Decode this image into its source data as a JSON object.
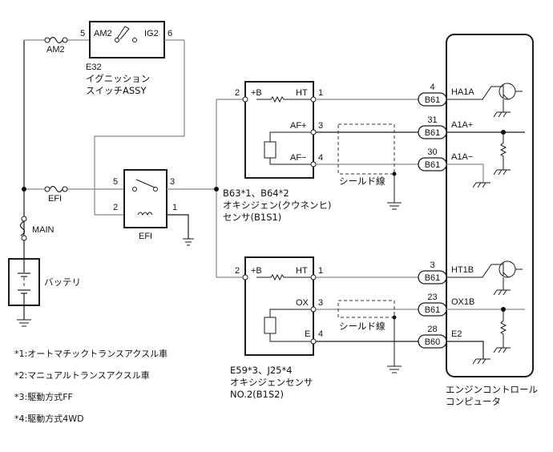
{
  "diagram": {
    "components": {
      "ignition_switch": {
        "id": "E32",
        "name_line1": "イグニッション",
        "name_line2": "スイッチASSY",
        "pin_left": "5",
        "pin_right": "6",
        "term_left": "AM2",
        "term_right": "IG2"
      },
      "fuse_am2": {
        "label": "AM2"
      },
      "fuse_efi": {
        "label": "EFI"
      },
      "fuse_main": {
        "label": "MAIN"
      },
      "battery": {
        "label": "バッテリ"
      },
      "efi_relay": {
        "label": "EFI",
        "pins": {
          "p5": "5",
          "p3": "3",
          "p2": "2",
          "p1": "1"
        }
      },
      "sensor_b1s1": {
        "ref_line": "B63*1、B64*2",
        "name_line1": "オキシジェン(クウネンヒ)",
        "name_line2": "センサ(B1S1)",
        "pins": {
          "p2": "2",
          "p1": "1",
          "p3": "3",
          "p4": "4"
        },
        "terms": {
          "plusb": "+B",
          "ht": "HT",
          "afp": "AF+",
          "afm": "AF−"
        },
        "shield_label": "シールド線"
      },
      "sensor_b1s2": {
        "ref_line": "E59*3、J25*4",
        "name_line1": "オキシジェンセンサ",
        "name_line2": "NO.2(B1S2)",
        "pins": {
          "p2": "2",
          "p1": "1",
          "p3": "3",
          "p4": "4"
        },
        "terms": {
          "plusb": "+B",
          "ht": "HT",
          "ox": "OX",
          "e": "E"
        },
        "shield_label": "シールド線"
      },
      "ecu": {
        "name_line1": "エンジンコントロール",
        "name_line2": "コンピュータ",
        "connectors": [
          {
            "pin": "4",
            "connector": "B61",
            "signal": "HA1A"
          },
          {
            "pin": "31",
            "connector": "B61",
            "signal": "A1A+"
          },
          {
            "pin": "30",
            "connector": "B61",
            "signal": "A1A−"
          },
          {
            "pin": "3",
            "connector": "B61",
            "signal": "HT1B"
          },
          {
            "pin": "23",
            "connector": "B61",
            "signal": "OX1B"
          },
          {
            "pin": "28",
            "connector": "B60",
            "signal": "E2"
          }
        ]
      }
    },
    "notes": [
      "*1:オートマチックトランスアクスル車",
      "*2:マニュアルトランスアクスル車",
      "*3:駆動方式FF",
      "*4:駆動方式4WD"
    ],
    "colors": {
      "wire": "#1a1a1a",
      "wire_gray": "#8a8a8a"
    }
  }
}
